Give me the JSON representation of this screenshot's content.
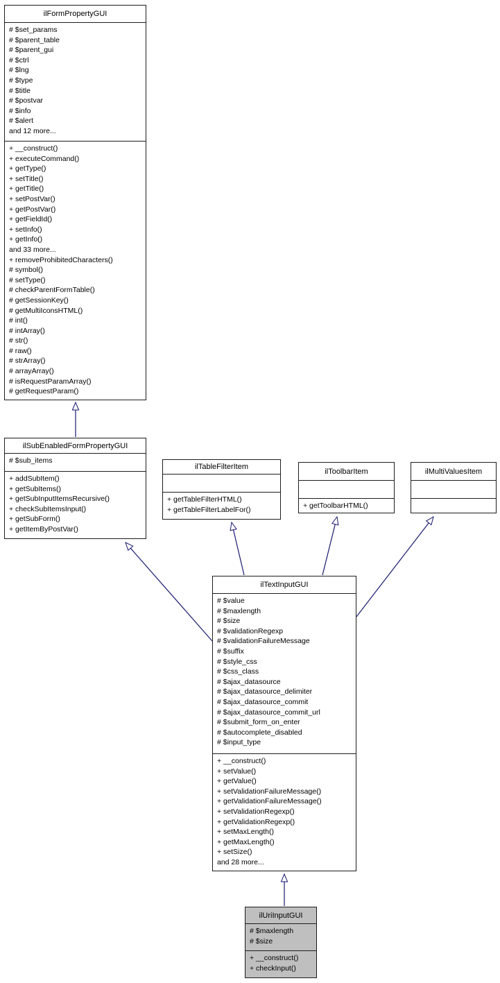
{
  "theme": {
    "background": "#ffffff",
    "box_fill": "#ffffff",
    "highlight_fill": "#bfbfbf",
    "border_color": "#1c1c1c",
    "arrow_color": "#191970"
  },
  "diagram": {
    "type": "uml-class-inheritance",
    "classes": [
      {
        "name": "ilFormPropertyGUI",
        "highlighted": false,
        "attributes": [
          "# $set_params",
          "# $parent_table",
          "# $parent_gui",
          "# $ctrl",
          "# $lng",
          "# $type",
          "# $title",
          "# $postvar",
          "# $info",
          "# $alert",
          "and 12 more..."
        ],
        "methods": [
          "+ __construct()",
          "+ executeCommand()",
          "+ getType()",
          "+ setTitle()",
          "+ getTitle()",
          "+ setPostVar()",
          "+ getPostVar()",
          "+ getFieldId()",
          "+ setInfo()",
          "+ getInfo()",
          "and 33 more...",
          "+ removeProhibitedCharacters()",
          "# symbol()",
          "# setType()",
          "# checkParentFormTable()",
          "# getSessionKey()",
          "# getMultiIconsHTML()",
          "# int()",
          "# intArray()",
          "# str()",
          "# raw()",
          "# strArray()",
          "# arrayArray()",
          "# isRequestParamArray()",
          "# getRequestParam()"
        ]
      },
      {
        "name": "ilSubEnabledFormPropertyGUI",
        "highlighted": false,
        "attributes": [
          "# $sub_items"
        ],
        "methods": [
          "+ addSubItem()",
          "+ getSubItems()",
          "+ getSubInputItemsRecursive()",
          "+ checkSubItemsInput()",
          "+ getSubForm()",
          "+ getItemByPostVar()"
        ]
      },
      {
        "name": "ilTableFilterItem",
        "highlighted": false,
        "attributes": [],
        "methods": [
          "+ getTableFilterHTML()",
          "+ getTableFilterLabelFor()"
        ]
      },
      {
        "name": "ilToolbarItem",
        "highlighted": false,
        "attributes": [],
        "methods": [
          "+ getToolbarHTML()"
        ]
      },
      {
        "name": "ilMultiValuesItem",
        "highlighted": false,
        "attributes": [],
        "methods": []
      },
      {
        "name": "ilTextInputGUI",
        "highlighted": false,
        "attributes": [
          "# $value",
          "# $maxlength",
          "# $size",
          "# $validationRegexp",
          "# $validationFailureMessage",
          "# $suffix",
          "# $style_css",
          "# $css_class",
          "# $ajax_datasource",
          "# $ajax_datasource_delimiter",
          "# $ajax_datasource_commit",
          "# $ajax_datasource_commit_url",
          "# $submit_form_on_enter",
          "# $autocomplete_disabled",
          "# $input_type"
        ],
        "methods": [
          "+ __construct()",
          "+ setValue()",
          "+ getValue()",
          "+ setValidationFailureMessage()",
          "+ getValidationFailureMessage()",
          "+ setValidationRegexp()",
          "+ getValidationRegexp()",
          "+ setMaxLength()",
          "+ getMaxLength()",
          "+ setSize()",
          "and 28 more..."
        ]
      },
      {
        "name": "ilUriInputGUI",
        "highlighted": true,
        "attributes": [
          "# $maxlength",
          "# $size"
        ],
        "methods": [
          "+ __construct()",
          "+ checkInput()"
        ]
      }
    ],
    "relations": [
      {
        "child": "ilSubEnabledFormPropertyGUI",
        "parent": "ilFormPropertyGUI",
        "type": "inheritance"
      },
      {
        "child": "ilTextInputGUI",
        "parent": "ilSubEnabledFormPropertyGUI",
        "type": "inheritance"
      },
      {
        "child": "ilTextInputGUI",
        "parent": "ilTableFilterItem",
        "type": "inheritance"
      },
      {
        "child": "ilTextInputGUI",
        "parent": "ilToolbarItem",
        "type": "inheritance"
      },
      {
        "child": "ilTextInputGUI",
        "parent": "ilMultiValuesItem",
        "type": "inheritance"
      },
      {
        "child": "ilUriInputGUI",
        "parent": "ilTextInputGUI",
        "type": "inheritance"
      }
    ]
  }
}
